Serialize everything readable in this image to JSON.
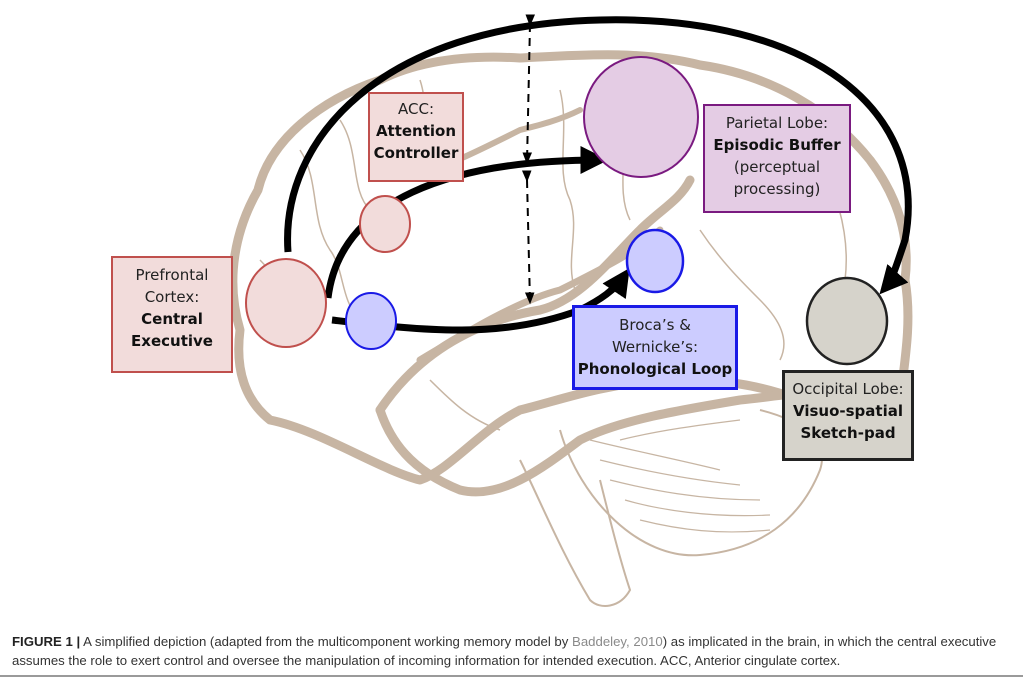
{
  "diagram": {
    "title": "Multicomponent working memory model mapped onto the brain",
    "colors": {
      "brain_outline": "#c7b5a3",
      "arrow": "#000000",
      "central_executive_fill": "#f2dcdb",
      "central_executive_stroke": "#c0504d",
      "episodic_buffer_fill": "#e4cce4",
      "episodic_buffer_stroke": "#7a1a80",
      "phonological_fill": "#ccccff",
      "phonological_stroke": "#1a1ae6",
      "visuospatial_fill": "#d6d3cb",
      "visuospatial_stroke": "#222222"
    },
    "nodes": [
      {
        "id": "central-executive",
        "region": "Prefrontal Cortex:",
        "role": "Central Executive"
      },
      {
        "id": "attention-controller",
        "region": "ACC:",
        "role": "Attention Controller"
      },
      {
        "id": "episodic-buffer",
        "region": "Parietal Lobe:",
        "role": "Episodic Buffer",
        "note": "(perceptual processing)"
      },
      {
        "id": "phonological-loop",
        "region": "Broca’s & Wernicke’s:",
        "role": "Phonological Loop"
      },
      {
        "id": "visuospatial-sketchpad",
        "region": "Occipital Lobe:",
        "role": "Visuo-spatial Sketch-pad"
      }
    ],
    "edges": [
      {
        "from": "central-executive",
        "to": "visuospatial-sketchpad",
        "style": "solid arrow"
      },
      {
        "from": "central-executive",
        "to": "episodic-buffer",
        "style": "solid arrow"
      },
      {
        "from": "central-executive",
        "to": "phonological-loop",
        "style": "solid arrow"
      },
      {
        "from": "frontal",
        "to": "parietal",
        "style": "dashed double-headed divider"
      }
    ],
    "labels": {
      "pfc_line1": "Prefrontal",
      "pfc_line2": "Cortex:",
      "pfc_bold1": "Central",
      "pfc_bold2": "Executive",
      "acc_line1": "ACC:",
      "acc_bold1": "Attention",
      "acc_bold2": "Controller",
      "parietal_line1": "Parietal Lobe:",
      "parietal_bold": "Episodic Buffer",
      "parietal_line3": "(perceptual",
      "parietal_line4": "processing)",
      "broca_line1": "Broca’s &",
      "broca_line2": "Wernicke’s:",
      "broca_bold": "Phonological Loop",
      "occipital_line1": "Occipital Lobe:",
      "occipital_bold1": "Visuo-spatial",
      "occipital_bold2": "Sketch-pad"
    }
  },
  "caption": {
    "figure_number": "FIGURE 1 |",
    "text_before_citation": " A simplified depiction (adapted from the multicomponent working memory model by ",
    "citation": "Baddeley, 2010",
    "text_after_citation": ") as implicated in the brain, in which the central executive assumes the role to exert control and oversee the manipulation of incoming information for intended execution. ACC, Anterior cingulate cortex."
  }
}
